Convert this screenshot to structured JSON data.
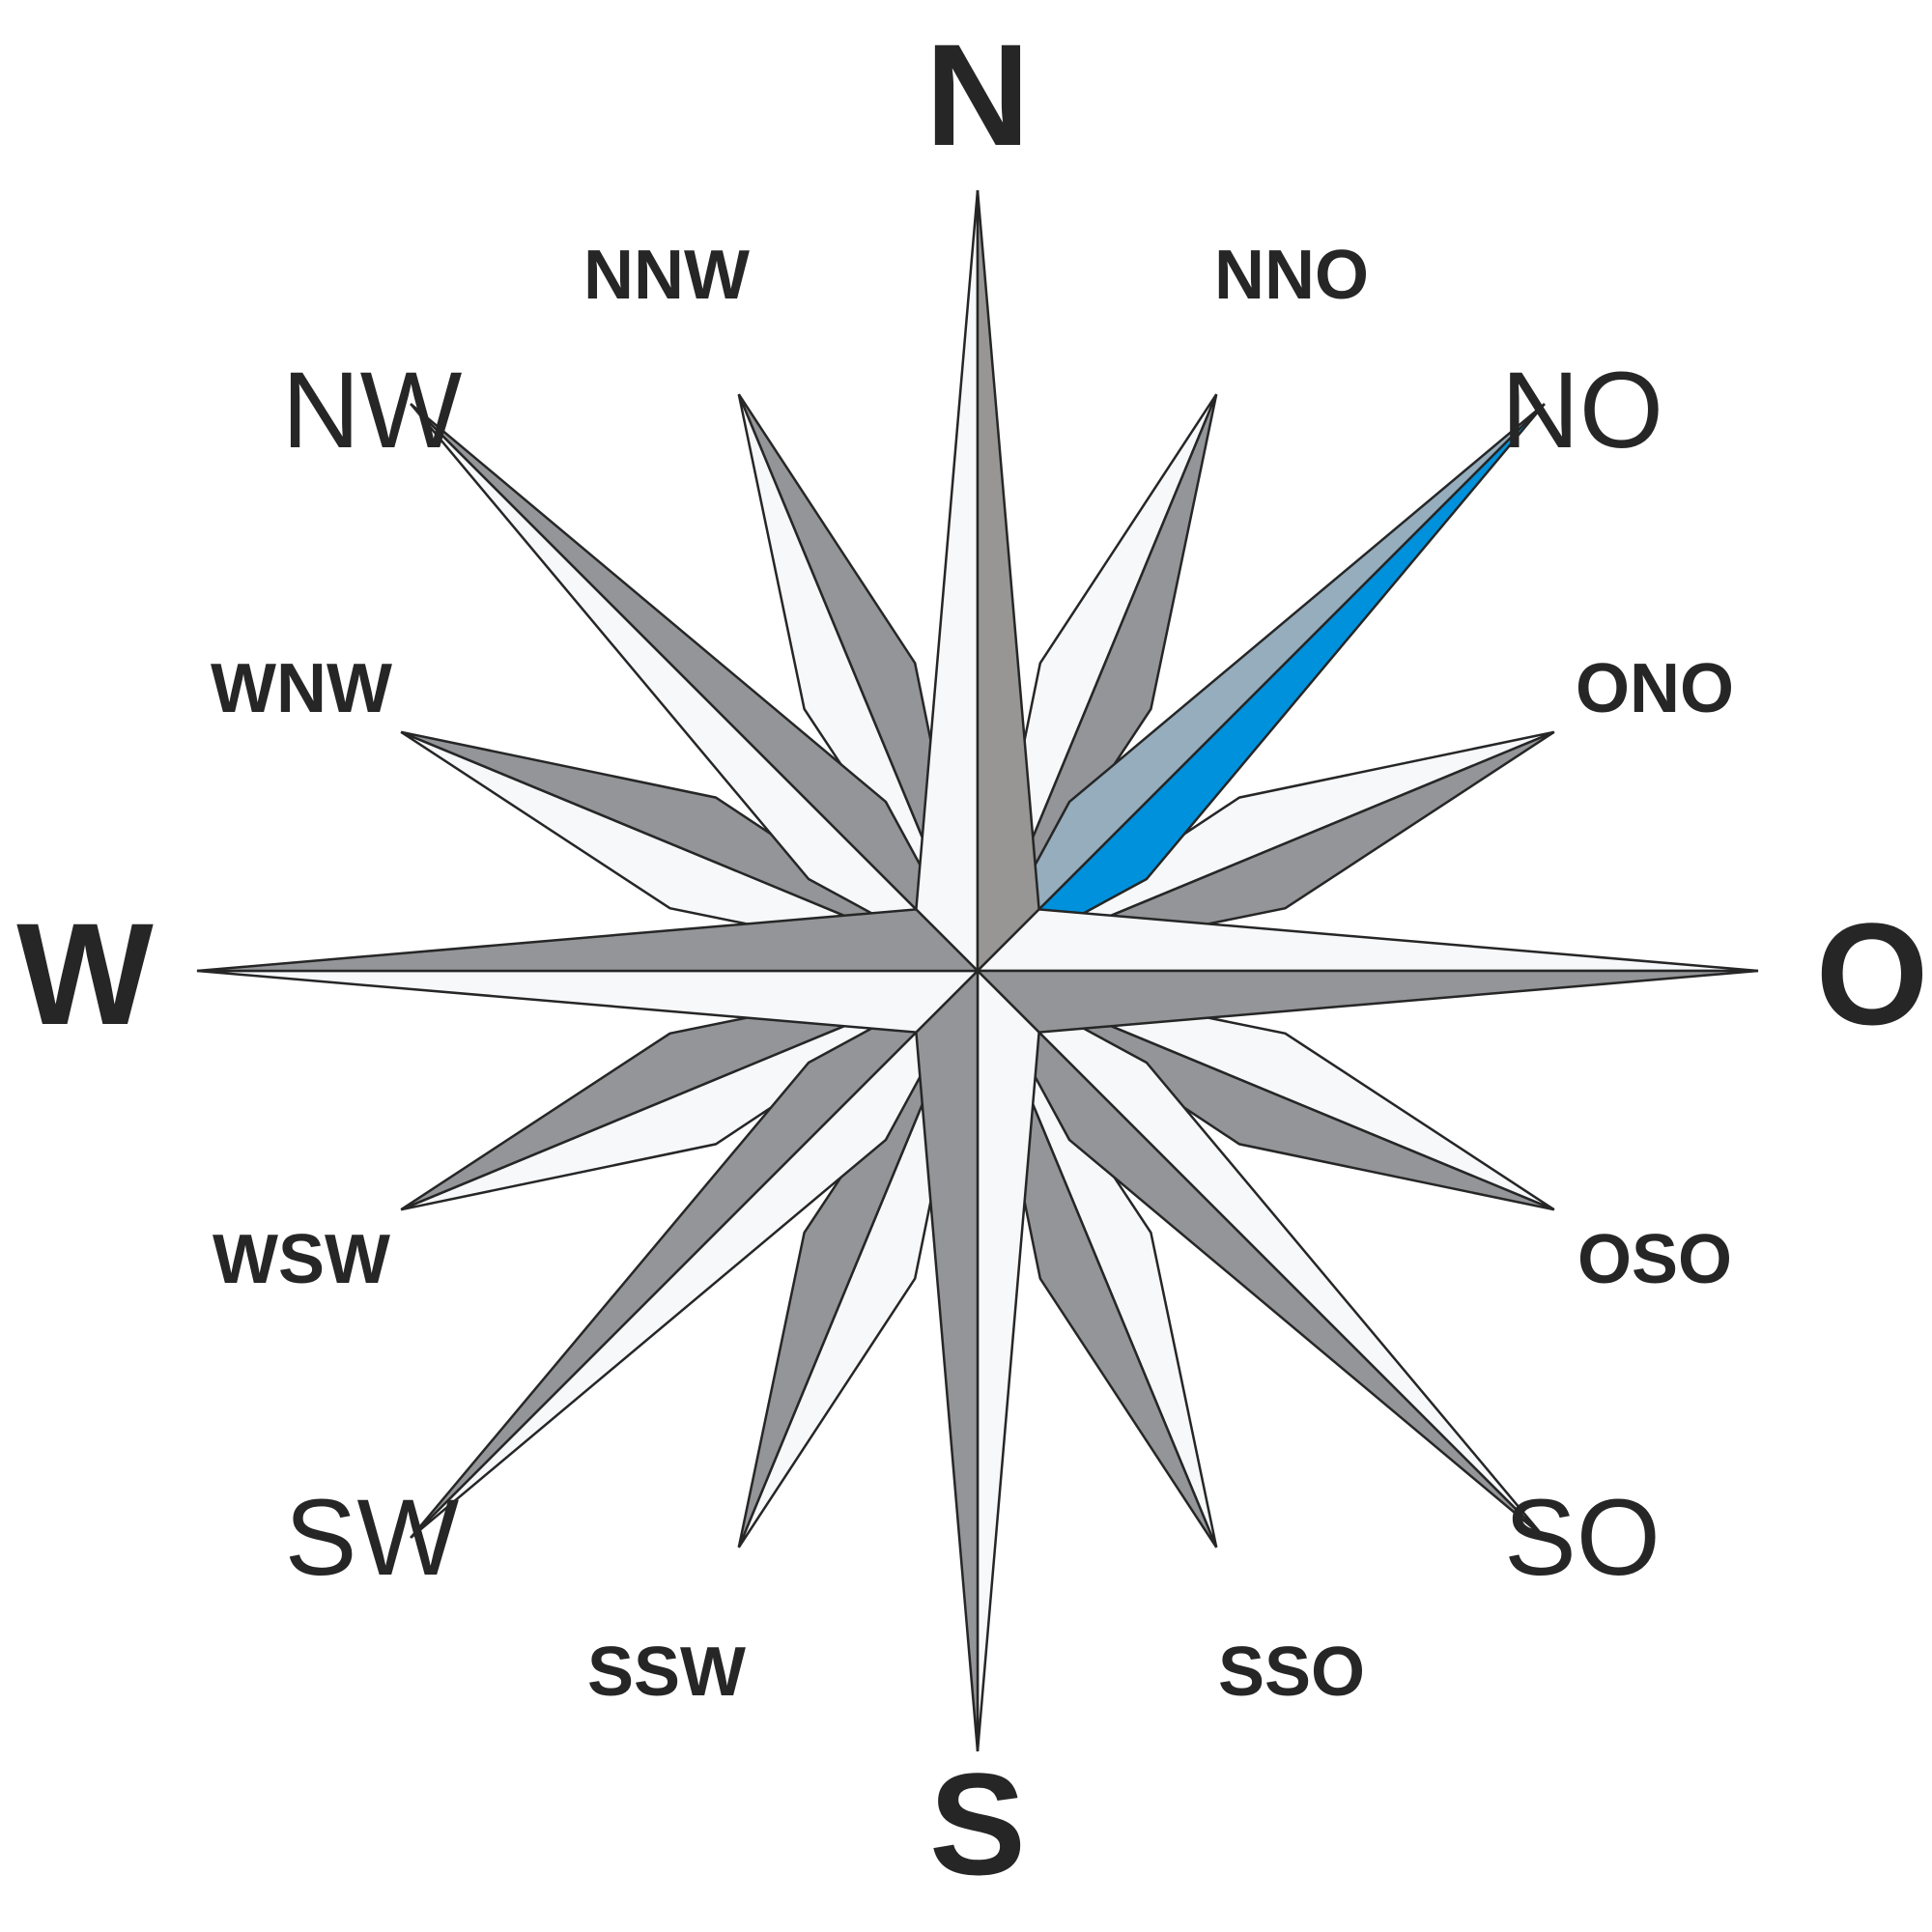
{
  "labels": {
    "cardinal": {
      "n": "N",
      "o": "O",
      "s": "S",
      "w": "W"
    },
    "ordinal": {
      "no": "NO",
      "so": "SO",
      "sw": "SW",
      "nw": "NW"
    },
    "secondary": {
      "nno": "NNO",
      "ono": "ONO",
      "oso": "OSO",
      "sso": "SSO",
      "ssw": "SSW",
      "wsw": "WSW",
      "wnw": "WNW",
      "nnw": "NNW"
    }
  },
  "colors": {
    "light": "#f7f8fa",
    "dark": "#939598",
    "north_dark": "#979694",
    "highlight_light": "#95adbd",
    "highlight_dark": "#0091dc",
    "outline": "#262626"
  },
  "highlighted_point": "NO",
  "icon": "compass-rose-icon"
}
